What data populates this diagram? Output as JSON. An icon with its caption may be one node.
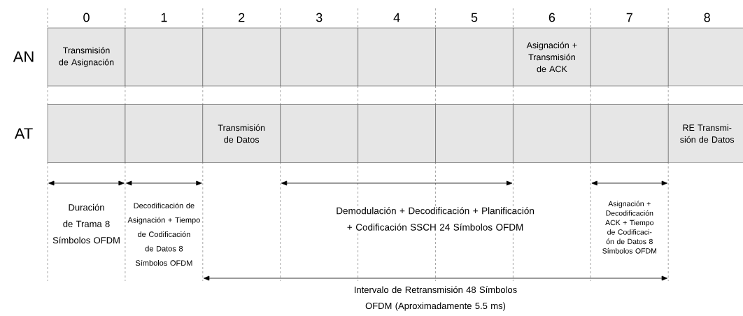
{
  "diagram": {
    "nodes": [
      {
        "text": [
          "Transmisión de Asignación"
        ]
      },
      {
        "text": [],
        "shape": "box"
      },
      {
        "text": [],
        "shape": "box"
      },
      {
        "text": [],
        "shape": "box"
      },
      {
        "text": [],
        "shape": "box"
      },
      {
        "text": [],
        "shape": "box"
      },
      {
        "text": [
          "Asignación + Transmisión de ACK"
        ]
      },
      {
        "text": [],
        "shape": "box"
      },
      {
        "text": [],
        "shape": "box"
      },
      {
        "text": [],
        "shape": "box"
      },
      {
        "text": [],
        "shape": "box"
      },
      {
        "text": [
          "Transmisión de Datos"
        ]
      },
      {
        "text": [],
        "shape": "box"
      },
      {
        "text": [],
        "shape": "box"
      },
      {
        "text": [],
        "shape": "box"
      },
      {
        "text": [],
        "shape": "box"
      },
      {
        "text": [],
        "shape": "box"
      },
      {
        "text": [
          "RE Transmi- sión de Datos"
        ]
      }
    ],
    "labels": [
      "0",
      "1",
      "2",
      "3",
      "4",
      "5",
      "6",
      "7",
      "8",
      "AN",
      "AT",
      "Duración de Trama 8 Símbolos OFDM",
      "Decodificación de Asignación + Tiempo de Codificación de Datos 8 Símbolos OFDM",
      "Demodulación + Decodificación + Planificación + Codificación SSCH 24 Símbolos OFDM",
      "Asignación + Decodificación ACK + Tiempo de Codificaci- ón de Datos 8 Símbolos OFDM",
      "Intervalo de Retransmisión 48 Símbolos OFDM (Aproximadamente 5.5 ms)"
    ]
  }
}
